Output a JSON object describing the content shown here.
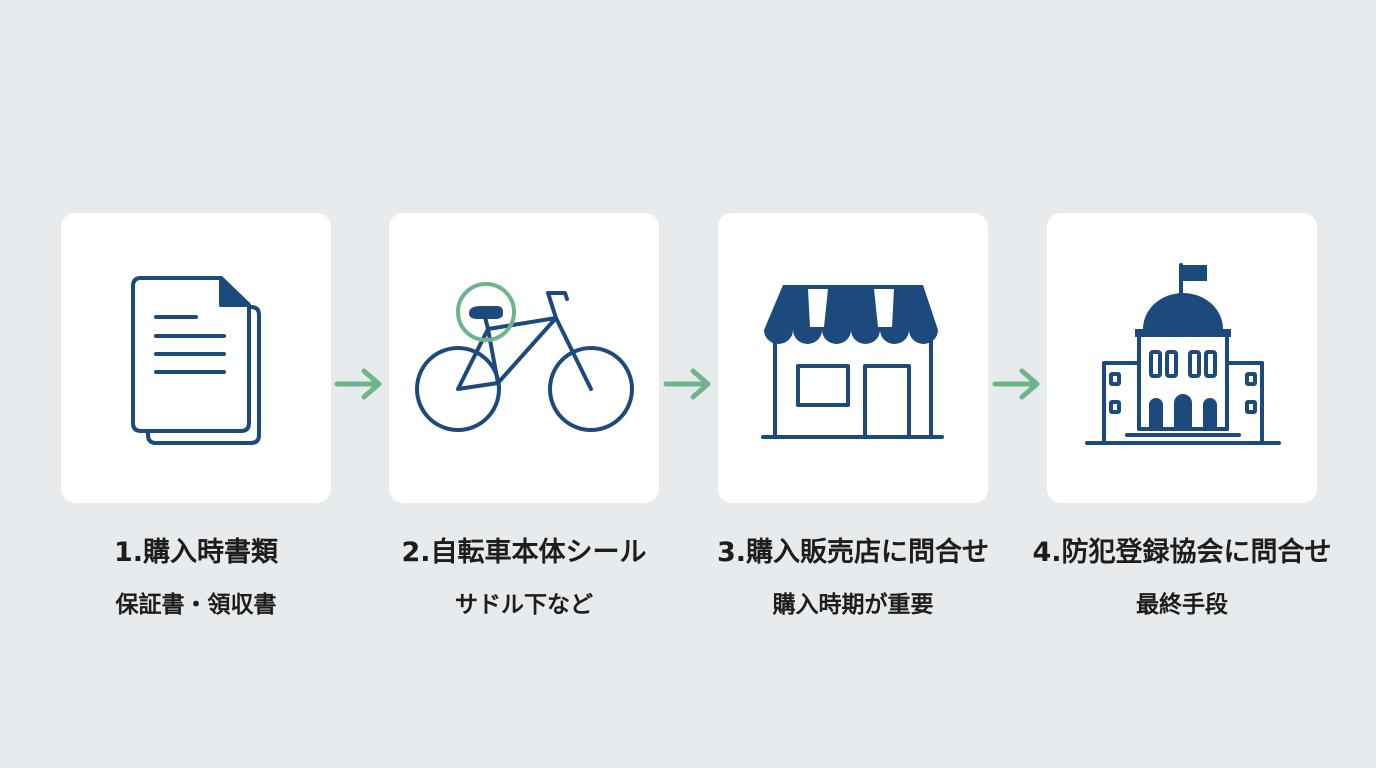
{
  "colors": {
    "background": "#e8ebed",
    "card": "#ffffff",
    "icon": "#1d4a7c",
    "accent": "#6fb58a",
    "text": "#1d1d1d"
  },
  "steps": [
    {
      "title": "1.購入時書類",
      "subtitle": "保証書・領収書",
      "icon": "documents-icon"
    },
    {
      "title": "2.自転車本体シール",
      "subtitle": "サドル下など",
      "icon": "bicycle-icon"
    },
    {
      "title": "3.購入販売店に問合せ",
      "subtitle": "購入時期が重要",
      "icon": "storefront-icon"
    },
    {
      "title": "4.防犯登録協会に問合せ",
      "subtitle": "最終手段",
      "icon": "government-building-icon"
    }
  ]
}
